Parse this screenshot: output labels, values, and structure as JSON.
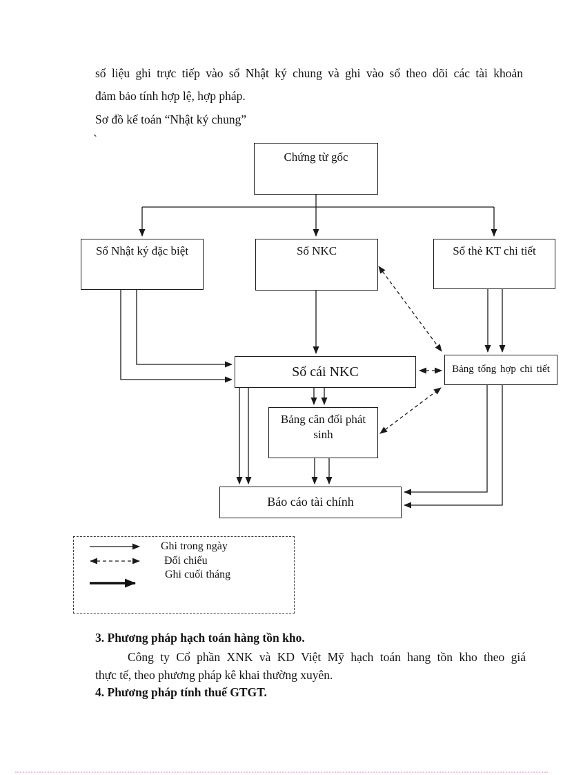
{
  "intro": {
    "line1": "số liệu  ghi trực tiếp vào sổ Nhật ký chung và ghi vào sổ theo dõi các tài khoản",
    "line2": "đảm bảo tính hợp lệ, hợp pháp.",
    "line3": "Sơ đồ kế toán “Nhật ký chung”",
    "stray_mark": "`"
  },
  "diagram": {
    "nodes": {
      "chung_tu_goc": "Chứng từ gốc",
      "so_nhat_ky_dac_biet": "Sổ Nhật ký đặc biệt",
      "so_nkc": "Sổ NKC",
      "so_the_kt_chi_tiet": "Sổ thẻ KT chi tiết",
      "so_cai_nkc": "Sổ cái NKC",
      "bang_tong_hop_chi_tiet": "Bảng tổng hợp chi tiết",
      "bang_can_doi_phat_sinh": "Bảng cân đối phát sinh",
      "bao_cao_tai_chinh": "Báo cáo tài chính"
    },
    "legend": {
      "items": [
        {
          "style": "solid-thin-arrow",
          "label": "Ghi trong ngày"
        },
        {
          "style": "dashed-double-arrow",
          "label": "Đối chiếu"
        },
        {
          "style": "solid-thick-arrow",
          "label": "Ghi cuối tháng"
        }
      ]
    },
    "line_color": "#1a1a1a"
  },
  "body": {
    "heading_3": "3. Phương pháp hạch toán hàng tồn kho.",
    "paragraph_3_line1": "Công ty  Cổ phần XNK và KD Việt Mỹ hạch toán hang tồn kho theo giá",
    "paragraph_3_line2": "thực tế, theo phương pháp kê khai thường xuyên.",
    "heading_4": "4. Phương pháp tính thuế GTGT."
  }
}
